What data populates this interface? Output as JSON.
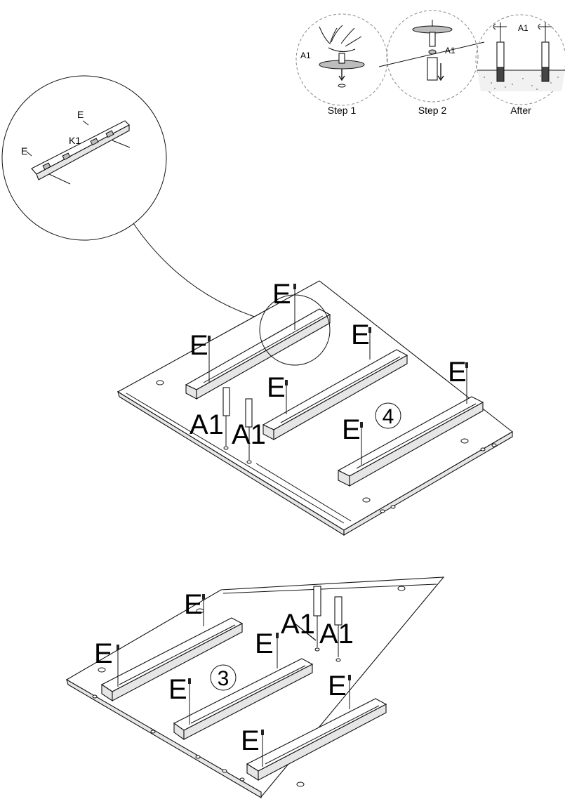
{
  "steps_panel": {
    "labels": [
      "Step 1",
      "Step 2",
      "After"
    ],
    "part_a1": "A1"
  },
  "detail_panel": {
    "screw": "E",
    "slide": "K1"
  },
  "step4": {
    "number": "4",
    "screw": "E",
    "cam": "A1"
  },
  "step3": {
    "number": "3",
    "screw": "E",
    "cam": "A1"
  }
}
